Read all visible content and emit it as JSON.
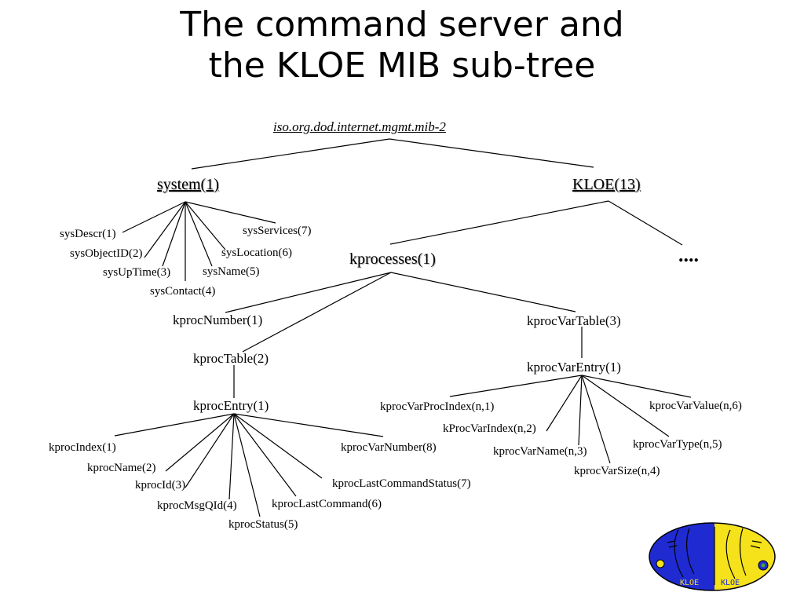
{
  "title": {
    "line1": "The command server and",
    "line2": "the KLOE MIB sub-tree"
  },
  "nodes": {
    "root": "iso.org.dod.internet.mgmt.mib-2",
    "system": "system(1)",
    "kloe": "KLOE(13)",
    "more": "....",
    "sysDescr": "sysDescr(1)",
    "sysObjectID": "sysObjectID(2)",
    "sysUpTime": "sysUpTime(3)",
    "sysContact": "sysContact(4)",
    "sysName": "sysName(5)",
    "sysLocation": "sysLocation(6)",
    "sysServices": "sysServices(7)",
    "kprocesses": "kprocesses(1)",
    "kprocNumber": "kprocNumber(1)",
    "kprocTable": "kprocTable(2)",
    "kprocEntry": "kprocEntry(1)",
    "kprocVarTable": "kprocVarTable(3)",
    "kprocVarEntry": "kprocVarEntry(1)",
    "kprocIndex": "kprocIndex(1)",
    "kprocName": "kprocName(2)",
    "kprocId": "kprocId(3)",
    "kprocMsgQId": "kprocMsgQId(4)",
    "kprocStatus": "kprocStatus(5)",
    "kprocLastCommand": "kprocLastCommand(6)",
    "kprocLastCommandStatus": "kprocLastCommandStatus(7)",
    "kprocVarNumber": "kprocVarNumber(8)",
    "kprocVarProcIndex": "kprocVarProcIndex(n,1)",
    "kProcVarIndex": "kProcVarIndex(n,2)",
    "kprocVarName": "kprocVarName(n,3)",
    "kprocVarSize": "kprocVarSize(n,4)",
    "kprocVarType": "kprocVarType(n,5)",
    "kprocVarValue": "kprocVarValue(n,6)"
  },
  "logo": {
    "name": "kloe-logo",
    "text": "KLOE",
    "colors": {
      "blue": "#1f2bd1",
      "yellow": "#f5e21b",
      "green": "#3fa535"
    }
  }
}
